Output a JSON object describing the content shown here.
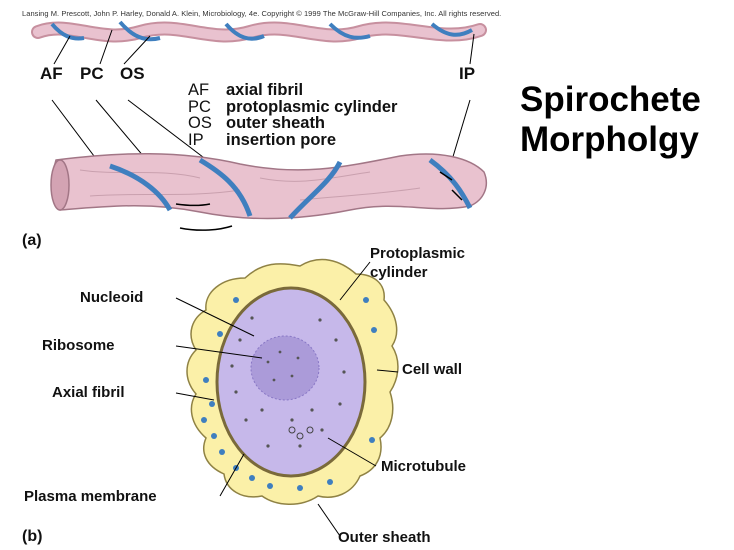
{
  "credit": "Lansing M. Prescott, John P. Harley, Donald A. Klein, Microbiology, 4e. Copyright © 1999 The McGraw-Hill Companies, Inc.  All rights reserved.",
  "title": {
    "line1": "Spirochete",
    "line2": "Morpholgy"
  },
  "part_a": {
    "panel_label": "(a)",
    "abbreviations": [
      "AF",
      "PC",
      "OS",
      "IP"
    ],
    "legend": [
      {
        "abbr": "AF",
        "text": "axial fibril"
      },
      {
        "abbr": "PC",
        "text": "protoplasmic cylinder"
      },
      {
        "abbr": "OS",
        "text": "outer sheath"
      },
      {
        "abbr": "IP",
        "text": "insertion pore"
      }
    ]
  },
  "part_b": {
    "panel_label": "(b)",
    "labels": {
      "protoplasmic_line1": "Protoplasmic",
      "protoplasmic_line2": "cylinder",
      "nucleoid": "Nucleoid",
      "ribosome": "Ribosome",
      "axial_fibril": "Axial fibril",
      "cell_wall": "Cell wall",
      "microtubule": "Microtubule",
      "plasma_membrane": "Plasma membrane",
      "outer_sheath": "Outer sheath"
    }
  },
  "colors": {
    "cell_body": "#e9c2cf",
    "fibril": "#3f7fbf",
    "sheath": "#fbf0a8",
    "cytoplasm": "#c6b8ea",
    "nucleoid": "#ab9bd9"
  }
}
